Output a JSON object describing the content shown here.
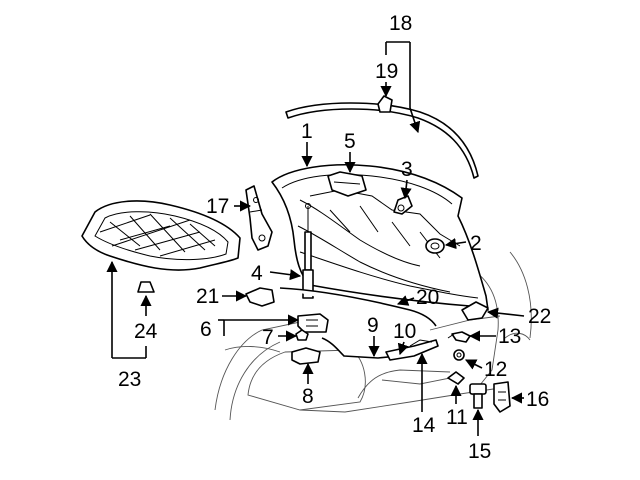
{
  "diagram": {
    "callouts": {
      "c1": "1",
      "c2": "2",
      "c3": "3",
      "c4": "4",
      "c5": "5",
      "c6": "6",
      "c7": "7",
      "c8": "8",
      "c9": "9",
      "c10": "10",
      "c11": "11",
      "c12": "12",
      "c13": "13",
      "c14": "14",
      "c15": "15",
      "c16": "16",
      "c17": "17",
      "c18": "18",
      "c19": "19",
      "c20": "20",
      "c21": "21",
      "c22": "22",
      "c23": "23",
      "c24": "24"
    },
    "colors": {
      "line": "#000000",
      "background": "#ffffff"
    }
  }
}
